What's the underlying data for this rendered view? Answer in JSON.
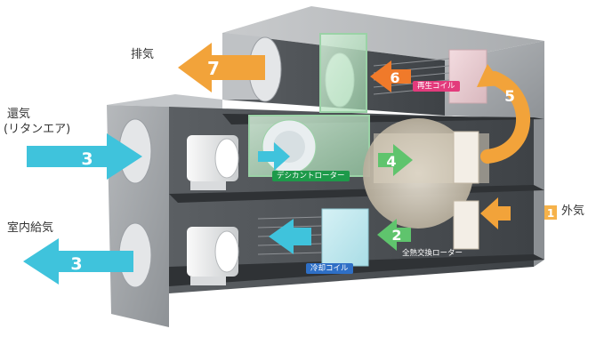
{
  "labels": {
    "exhaust": "排気",
    "return_air_line1": "還気",
    "return_air_line2": "(リタンエア)",
    "supply_air": "室内給気",
    "outside_air": "外気"
  },
  "components": {
    "regen_coil": "再生コイル",
    "desiccant_rotor": "デシカントローター",
    "cooling_coil": "冷却コイル",
    "heat_exchange_rotor": "全熱交換ローター"
  },
  "step_numbers": {
    "outside_in": "1",
    "heat_exchange_out": "2",
    "return_in": "3",
    "supply_out": "3",
    "desiccant_pass": "4",
    "reheat_loop": "5",
    "regen_pass": "6",
    "exhaust_out": "7"
  },
  "colors": {
    "cyan_arrow": "#3fc3dc",
    "green_arrow": "#5fc46d",
    "orange_arrow": "#f2a33a",
    "outside_badge": "#f6b24a",
    "regen_badge": "#e33b7c",
    "desiccant_badge": "#1d9a4a",
    "cooling_badge": "#2e6fc6",
    "housing_gray": "#9a9ea3",
    "frame_dark": "#3a3d40"
  }
}
